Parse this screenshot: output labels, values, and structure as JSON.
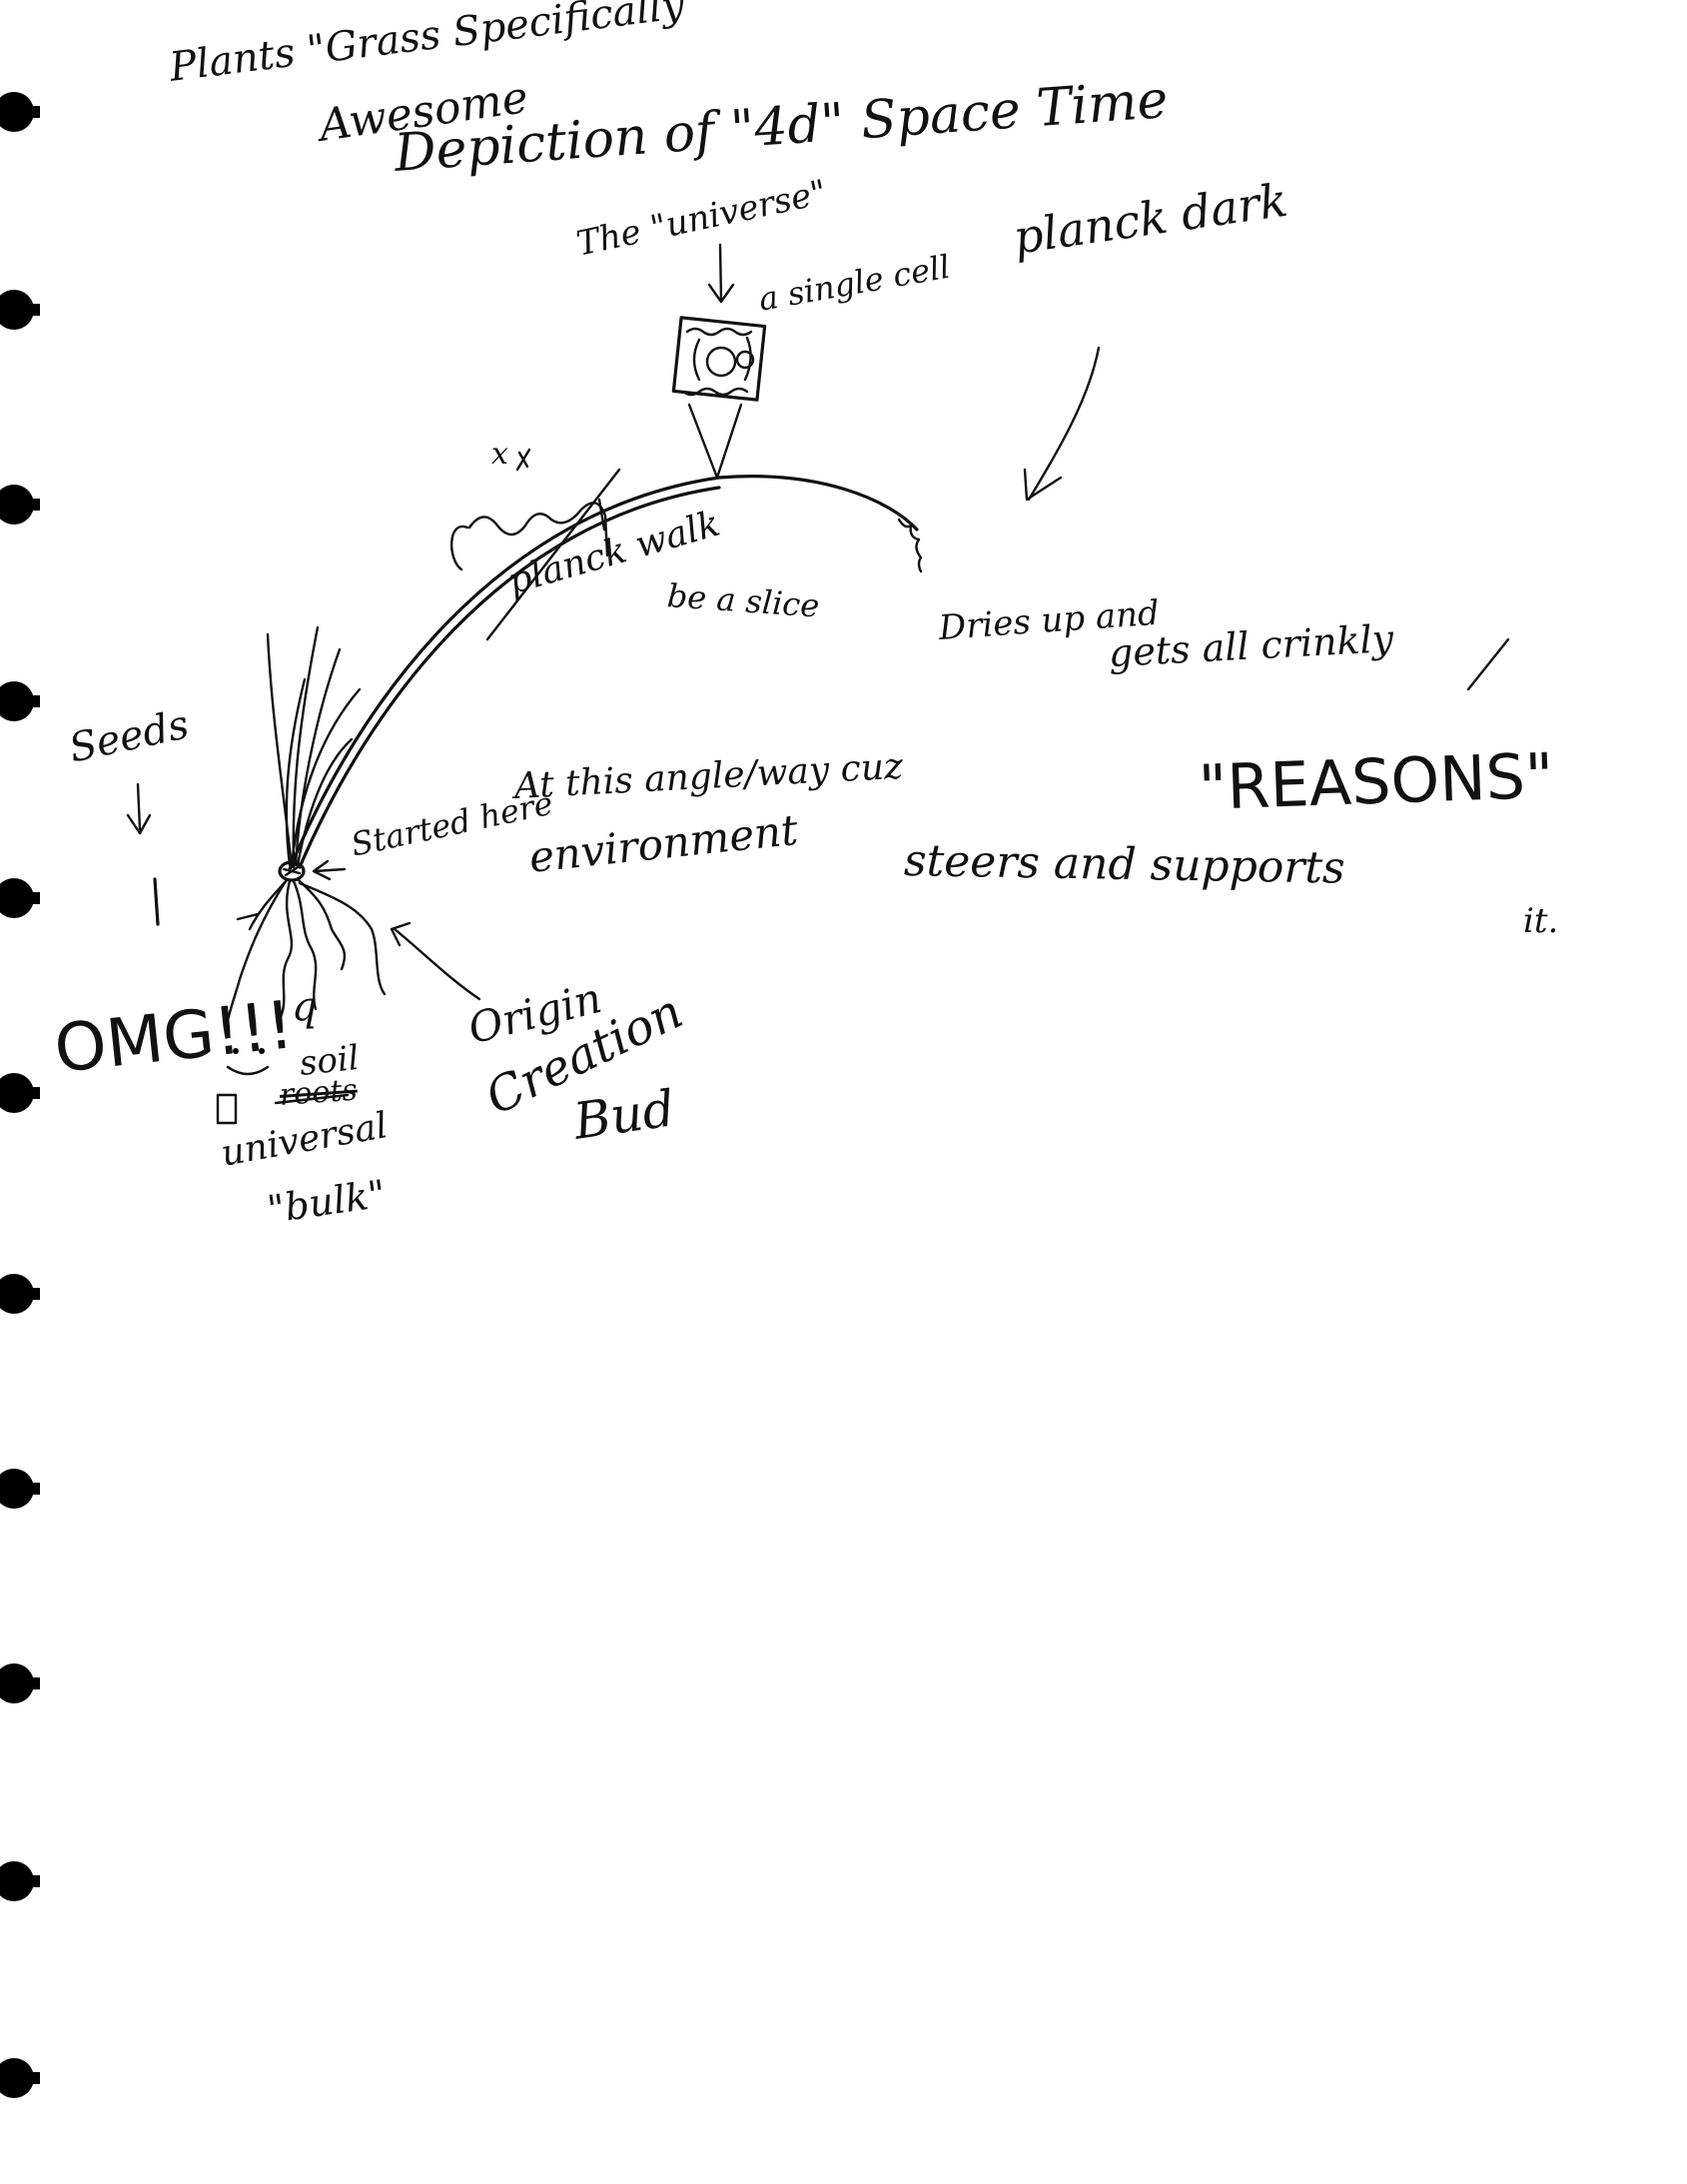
{
  "page": {
    "background": "#ffffff",
    "ink_color": "#111111"
  },
  "binder_holes": {
    "count": 11,
    "icon": "binder-hole-icon"
  },
  "notes": {
    "header_line1": "Plants \"Grass Specifically\"",
    "header_line2": "Awesome",
    "header_line3": "Depiction of \"4d\" Space Time",
    "universe_label": "The \"universe\"",
    "single_cell": "a single cell",
    "planck_dark": "planck dark",
    "planck_walk": "planck walk",
    "be_a_slice": "be a slice",
    "x_mark": "x",
    "dries_up": "Dries up and",
    "gets_crinkly": "gets all crinkly",
    "seeds": "Seeds",
    "started_here": "Started here",
    "at_this_angle": "At this angle/way cuz",
    "reasons": "\"REASONS\"",
    "environment": "environment",
    "steers_and_supports": "steers and supports",
    "it": "it.",
    "omg": "OMG!!!",
    "omg_q": "q",
    "soil": "soil",
    "roots_struck": "roots",
    "universal": "universal",
    "bulk": "\"bulk\"",
    "origin": "Origin",
    "creation": "Creation",
    "bud": "Bud"
  }
}
